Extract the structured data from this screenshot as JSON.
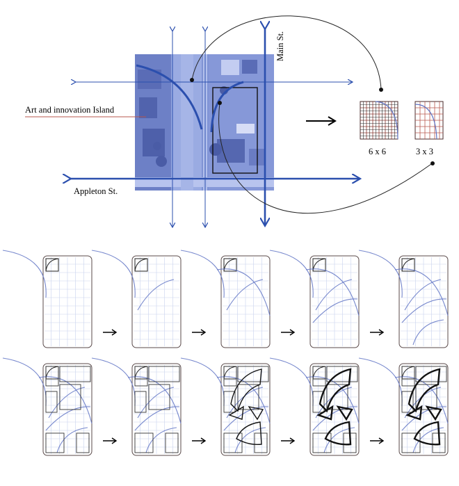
{
  "labels": {
    "main_st": "Main St.",
    "appleton_st": "Appleton St.",
    "island": "Art and innovation Island",
    "grid_a": "6 x 6",
    "grid_b": "3 x 3"
  },
  "colors": {
    "aerial_blue": "#7c8fd2",
    "street_blue": "#2b4fae",
    "grid_red": "#b8574e",
    "grid_light": "#c9d3ee",
    "frame_dark": "#5a4a4a",
    "arc_blue": "#5f73c4"
  },
  "steps": {
    "row1_count": 5,
    "row2_count": 5
  }
}
